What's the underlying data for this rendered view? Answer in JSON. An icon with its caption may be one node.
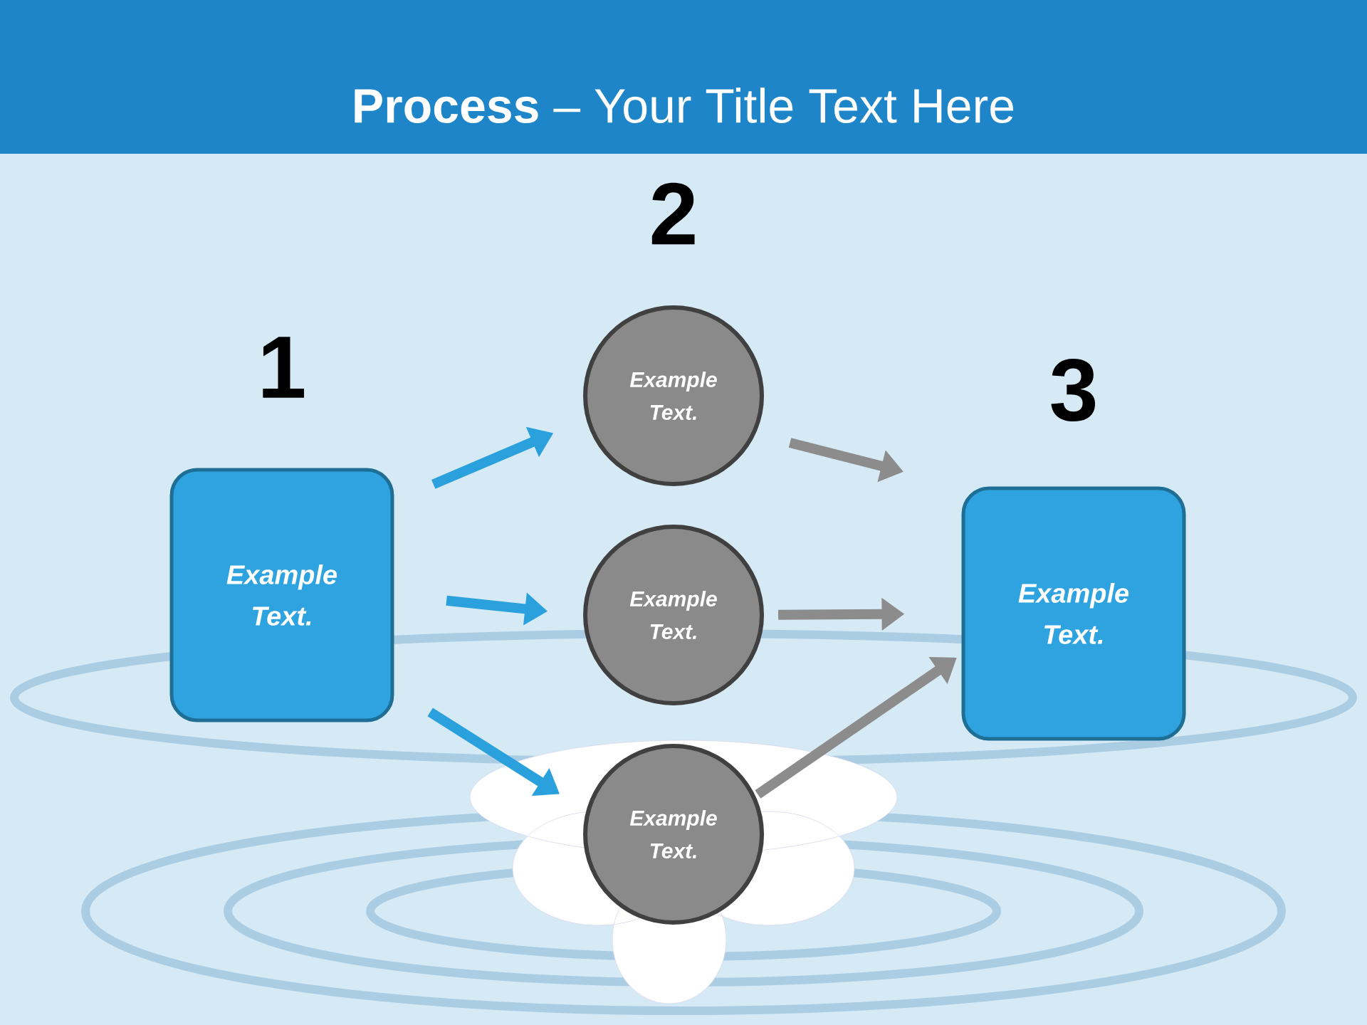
{
  "diagram": {
    "title": "**Process** – Your Title Text Here",
    "nodes": [
      {
        "text": [
          "Example Text."
        ],
        "beside": [
          "1"
        ]
      },
      {
        "text": [
          "Example Text."
        ],
        "beside": [
          "2"
        ]
      },
      {
        "text": [
          "Example Text."
        ]
      },
      {
        "text": [
          "Example Text."
        ]
      },
      {
        "text": [
          "Example Text."
        ],
        "beside": [
          "3"
        ]
      }
    ],
    "edges": [
      {
        "from": 0,
        "to": 1,
        "arrow": "to",
        "color": "#2aa0dc"
      },
      {
        "from": 0,
        "to": 2,
        "arrow": "to",
        "color": "#2aa0dc"
      },
      {
        "from": 0,
        "to": 3,
        "arrow": "to",
        "color": "#2aa0dc"
      },
      {
        "from": 1,
        "to": 4,
        "arrow": "to",
        "color": "#8c8c8c"
      },
      {
        "from": 2,
        "to": 4,
        "arrow": "to",
        "color": "#8c8c8c"
      },
      {
        "from": 3,
        "to": 4,
        "arrow": "to",
        "color": "#8c8c8c"
      }
    ]
  }
}
